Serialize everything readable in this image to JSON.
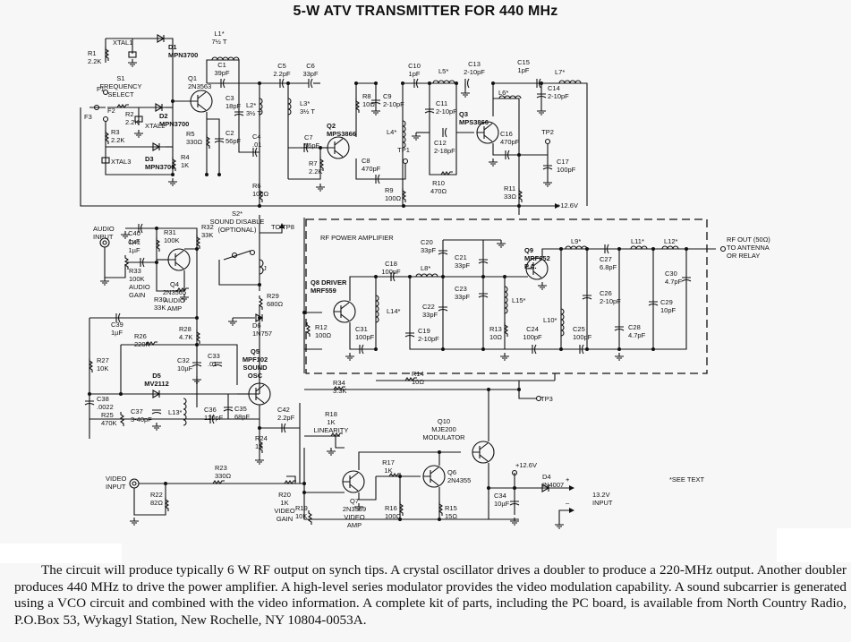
{
  "title": "5-W ATV TRANSMITTER FOR 440 MHz",
  "labels": {
    "r1": [
      "R1",
      "2.2K"
    ],
    "xtal1": "XTAL1",
    "d1": [
      "D1",
      "MPN3700"
    ],
    "s1": [
      "S1",
      "FREQUENCY",
      "SELECT"
    ],
    "f1": "F1",
    "f2": "F2",
    "f3": "F3",
    "r2": [
      "R2",
      "2.2K"
    ],
    "d2": [
      "D2",
      "MPN3700"
    ],
    "xtal2": "XTAL2",
    "r3": [
      "R3",
      "2.2K"
    ],
    "d3": [
      "D3",
      "MPN3700"
    ],
    "xtal3": "XTAL3",
    "r4": [
      "R4",
      "1K"
    ],
    "l1": [
      "L1*",
      "7½ T"
    ],
    "c1": [
      "C1",
      "39pF"
    ],
    "q1": [
      "Q1",
      "2N3563"
    ],
    "c3": [
      "C3",
      "18pF"
    ],
    "r5": [
      "R5",
      "330Ω"
    ],
    "c2": [
      "C2",
      "56pF"
    ],
    "l2": [
      "L2*",
      "3½ T"
    ],
    "c4": [
      "C4",
      ".01"
    ],
    "r6": [
      "R6",
      "100Ω"
    ],
    "c5": [
      "C5",
      "2.2pF"
    ],
    "c6": [
      "C6",
      "33pF"
    ],
    "l3": [
      "L3*",
      "3½ T"
    ],
    "c7": [
      "C7",
      "56pF"
    ],
    "r7": [
      "R7",
      "2.2K"
    ],
    "q2": [
      "Q2",
      "MPS3866"
    ],
    "r8": [
      "R8",
      "10Ω"
    ],
    "c9": [
      "C9",
      "2-10pF"
    ],
    "c8": [
      "C8",
      "470pF"
    ],
    "tp1": "TP1",
    "r9": [
      "R9",
      "100Ω"
    ],
    "l4": "L4*",
    "c10": [
      "C10",
      "1pF"
    ],
    "l5": "L5*",
    "c11": [
      "C11",
      "2-10pF"
    ],
    "c12": [
      "C12",
      "2-18pF"
    ],
    "r10": [
      "R10",
      "470Ω"
    ],
    "c13": [
      "C13",
      "2-10pF"
    ],
    "q3": [
      "Q3",
      "MPS3866"
    ],
    "l6": "L6*",
    "c16": [
      "C16",
      "470pF"
    ],
    "r11": [
      "R11",
      "33Ω"
    ],
    "c15": [
      "C15",
      "1pF"
    ],
    "c14": [
      "C14",
      "2-10pF"
    ],
    "l7": "L7*",
    "tp2": "TP2",
    "c17": [
      "C17",
      "100pF"
    ],
    "v126": "+12.6V",
    "audio_input": [
      "AUDIO",
      "INPUT"
    ],
    "c40": [
      "C40",
      "1µF"
    ],
    "c41": [
      "C41",
      "1µF"
    ],
    "r31": [
      "R31",
      "100K"
    ],
    "r32": [
      "R32",
      "33K"
    ],
    "r33": [
      "R33",
      "100K",
      "AUDIO",
      "GAIN"
    ],
    "q4": [
      "Q4",
      "2N3565",
      "AUDIO",
      "AMP"
    ],
    "r30": [
      "R30",
      "33K"
    ],
    "s2": [
      "S2*",
      "SOUND DISABLE",
      "(OPTIONAL)"
    ],
    "to_tp8": "TO TP8",
    "j": "J",
    "r29": [
      "R29",
      "680Ω"
    ],
    "d6": [
      "D6",
      "1N757"
    ],
    "c39": [
      "C39",
      "1µF"
    ],
    "r26": [
      "R26",
      "220K"
    ],
    "r28": [
      "R28",
      "4.7K"
    ],
    "r27": [
      "R27",
      "10K"
    ],
    "c32": [
      "C32",
      "10µF"
    ],
    "c33": [
      "C33",
      ".01"
    ],
    "q5": [
      "Q5",
      "MPF102",
      "SOUND",
      "OSC"
    ],
    "d5": [
      "D5",
      "MV2112"
    ],
    "c38": [
      "C38",
      ".0022"
    ],
    "r25": [
      "R25",
      "470K"
    ],
    "c37": [
      "C37",
      "3-40pF"
    ],
    "l13": "L13*",
    "c36": [
      "C36",
      "120pF"
    ],
    "c35": [
      "C35",
      "68pF"
    ],
    "c42": [
      "C42",
      "2.2pF"
    ],
    "r24": [
      "R24",
      "1K"
    ],
    "rfpa": "RF POWER AMPLIFIER",
    "q8": [
      "Q8 DRIVER",
      "MRF559"
    ],
    "r12": [
      "R12",
      "100Ω"
    ],
    "c31": [
      "C31",
      "100pF"
    ],
    "c18": [
      "C18",
      "100pF"
    ],
    "l14": "L14*",
    "l8": "L8*",
    "c19": [
      "C19",
      "2-10pF"
    ],
    "c20": [
      "C20",
      "33pF"
    ],
    "c21": [
      "C21",
      "33pF"
    ],
    "c22": [
      "C22",
      "33pF"
    ],
    "c23": [
      "C23",
      "33pF"
    ],
    "q9": [
      "Q9",
      "MRF652",
      "P.A."
    ],
    "l15": "L15*",
    "r13": [
      "R13",
      "10Ω"
    ],
    "c24": [
      "C24",
      "100pF"
    ],
    "l10": "L10*",
    "c25": [
      "C25",
      "100pF"
    ],
    "l9": "L9*",
    "c26": [
      "C26",
      "2-10pF"
    ],
    "c27": [
      "C27",
      "6.8pF"
    ],
    "l11": "L11*",
    "l12": "L12*",
    "c28": [
      "C28",
      "4.7pF"
    ],
    "c29": [
      "C29",
      "10pF"
    ],
    "c30": [
      "C30",
      "4.7pF"
    ],
    "rf_out": [
      "RF OUT (50Ω)",
      "TO ANTENNA",
      "OR RELAY"
    ],
    "r14": [
      "R14",
      "10Ω"
    ],
    "r34": [
      "R34",
      "3.3K"
    ],
    "tp3": "TP3",
    "r18": [
      "R18",
      "1K",
      "LINEARITY"
    ],
    "q10": [
      "Q10",
      "MJE200",
      "MODULATOR"
    ],
    "video_input": [
      "VIDEO",
      "INPUT"
    ],
    "r22": [
      "R22",
      "82Ω"
    ],
    "r23": [
      "R23",
      "330Ω"
    ],
    "r20": [
      "R20",
      "1K",
      "VIDEO",
      "GAIN"
    ],
    "r19": [
      "R19",
      "10K"
    ],
    "q7": [
      "Q7",
      "2N3569",
      "VIDEO",
      "AMP"
    ],
    "r17": [
      "R17",
      "1K"
    ],
    "q6": [
      "Q6",
      "2N4355"
    ],
    "r16": [
      "R16",
      "100Ω"
    ],
    "r15": [
      "R15",
      "15Ω"
    ],
    "c34": [
      "C34",
      "10µF"
    ],
    "d4": [
      "D4",
      "IN4007"
    ],
    "input_132": [
      "13.2V",
      "INPUT"
    ],
    "see_text": "*SEE TEXT",
    "plus": "+",
    "minus": "–"
  },
  "caption": "The circuit will produce typically 6 W RF output on synch tips. A crystal oscillator drives a doubler to produce a 220-MHz output. Another doubler produces 440 MHz to drive the power amplifier. A high-level series modulator provides the video modulation capability. A sound subcarrier is generated using a VCO circuit and combined with the video information. A complete kit of parts, including the PC board, is available from North Country Radio, P.O.Box 53, Wykagyl Station, New Rochelle, NY 10804-0053A."
}
